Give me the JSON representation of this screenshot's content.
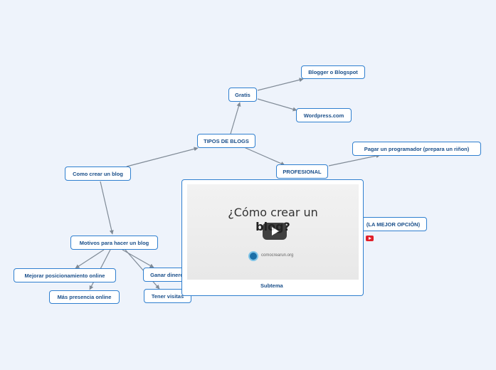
{
  "nodes": {
    "root": "Como crear un blog",
    "tipos": "TIPOS DE BLOGS",
    "gratis": "Gratis",
    "blogger": "Blogger o Blogspot",
    "wordpress": "Wordpress.com",
    "profesional": "PROFESIONAL",
    "programador": "Pagar un programador (prepara un riñon)",
    "mejor": "(LA MEJOR OPCIÒN)",
    "motivos": "Motivos para hacer un blog",
    "posicionamiento": "Mejorar posicionamiento  online",
    "presencia": "Más presencia online",
    "dinero": "Ganar dinero",
    "visitas": "Tener visitas"
  },
  "media": {
    "video_title_line1": "¿Cómo crear un",
    "video_title_line2": "blog?",
    "video_logo_text": "comocrearun.org",
    "subtopic_label": "Subtema",
    "video_icon": "youtube-icon",
    "play_icon": "play-icon"
  },
  "colors": {
    "background": "#eef3fb",
    "node_border": "#2f7fcf",
    "node_text": "#1a4f8a",
    "connector": "#7f8a96",
    "youtube": "#e0202a"
  }
}
